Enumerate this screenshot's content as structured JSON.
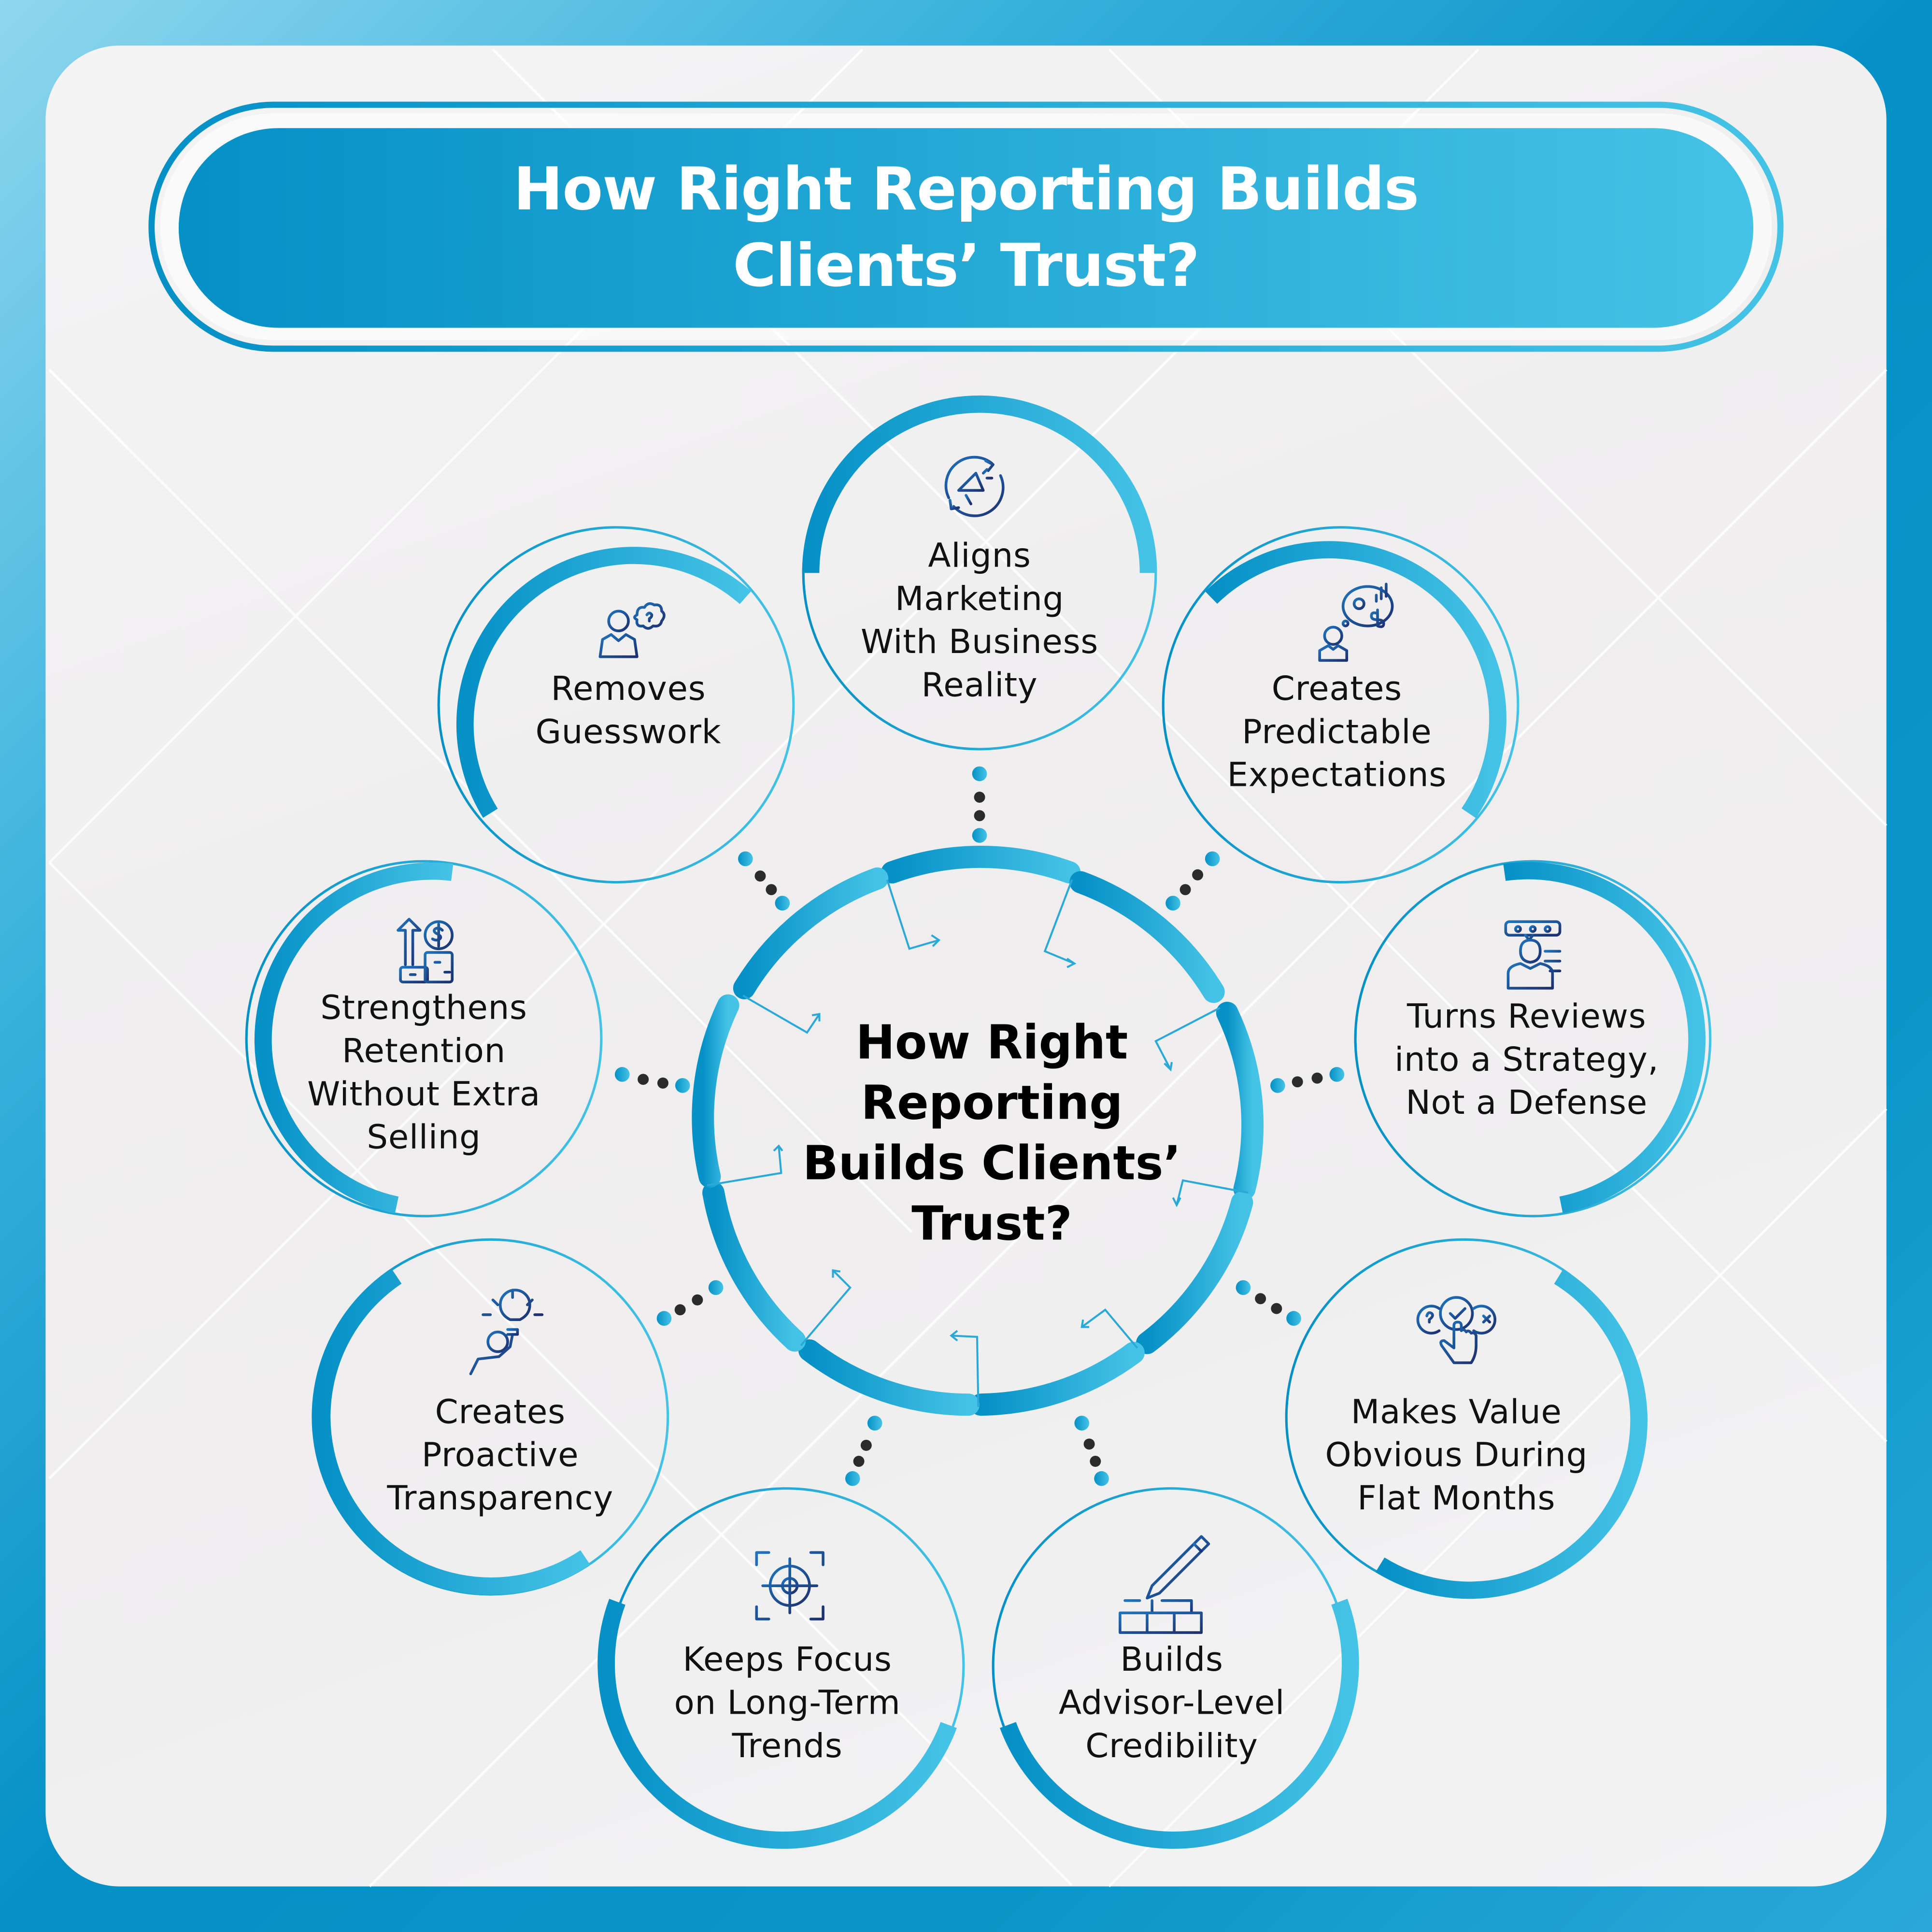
{
  "header": {
    "title_line1": "How Right Reporting Builds",
    "title_line2": "Clients’ Trust?"
  },
  "center": {
    "line1": "How Right",
    "line2": "Reporting",
    "line3": "Builds Clients’",
    "line4": "Trust?"
  },
  "nodes": [
    {
      "id": "aligns",
      "icon": "megaphone-cycle-icon",
      "lines": [
        "Aligns",
        "Marketing",
        "With Business",
        "Reality"
      ]
    },
    {
      "id": "removes",
      "icon": "person-question-icon",
      "lines": [
        "Removes",
        "Guesswork"
      ]
    },
    {
      "id": "predictable",
      "icon": "person-thinking-finance-icon",
      "lines": [
        "Creates",
        "Predictable",
        "Expectations"
      ]
    },
    {
      "id": "retention",
      "icon": "growth-money-icon",
      "lines": [
        "Strengthens",
        "Retention",
        "Without Extra",
        "Selling"
      ]
    },
    {
      "id": "reviews",
      "icon": "person-rating-icon",
      "lines": [
        "Turns Reviews",
        "into a Strategy,",
        "Not a Defense"
      ]
    },
    {
      "id": "transparency",
      "icon": "person-lightbulb-icon",
      "lines": [
        "Creates",
        "Proactive",
        "Transparency"
      ]
    },
    {
      "id": "value",
      "icon": "hand-choice-icon",
      "lines": [
        "Makes Value",
        "Obvious During",
        "Flat Months"
      ]
    },
    {
      "id": "focus",
      "icon": "target-focus-icon",
      "lines": [
        "Keeps Focus",
        "on Long-Term",
        "Trends"
      ]
    },
    {
      "id": "credibility",
      "icon": "pencil-bricks-icon",
      "lines": [
        "Builds",
        "Advisor-Level",
        "Credibility"
      ]
    }
  ],
  "colors": {
    "accent_dark": "#0590c6",
    "accent_light": "#45c3e6",
    "icon_stroke": "#1f4f9a",
    "dot_dark": "#2b2b2b",
    "text": "#111111"
  }
}
